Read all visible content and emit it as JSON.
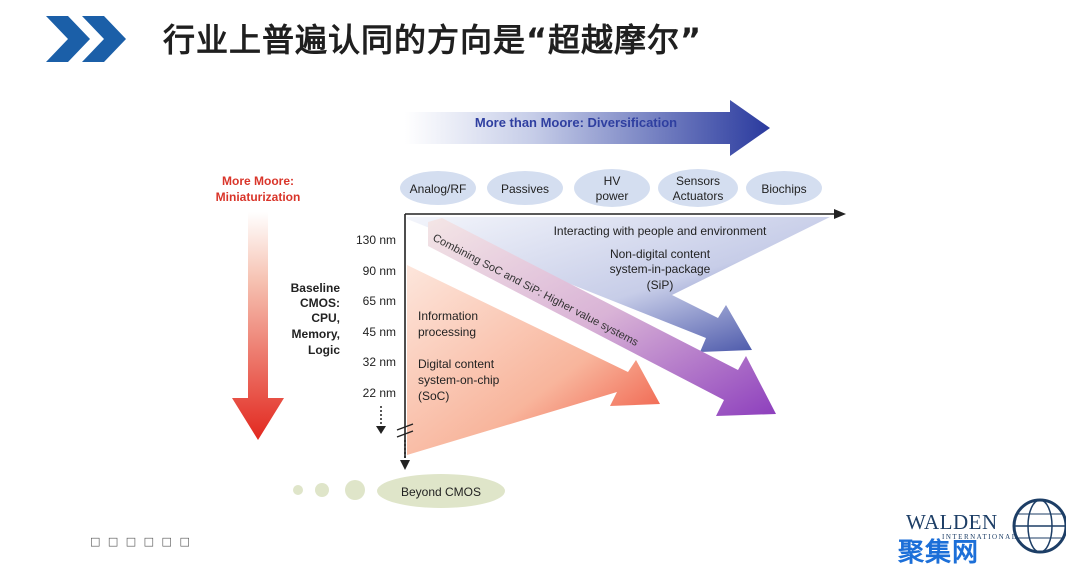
{
  "slide": {
    "title": "行业上普遍认同的方向是“超越摩尔”",
    "footer_note": "□ □ □ □  □ □"
  },
  "diagram": {
    "more_than_moore_label": "More than Moore: Diversification",
    "more_moore_label_line1": "More Moore:",
    "more_moore_label_line2": "Miniaturization",
    "categories": [
      {
        "lines": [
          "Analog/RF"
        ]
      },
      {
        "lines": [
          "Passives"
        ]
      },
      {
        "lines": [
          "HV",
          "power"
        ]
      },
      {
        "lines": [
          "Sensors",
          "Actuators"
        ]
      },
      {
        "lines": [
          "Biochips"
        ]
      }
    ],
    "nodes": [
      "130 nm",
      "90 nm",
      "65 nm",
      "45 nm",
      "32 nm",
      "22 nm"
    ],
    "baseline_lines": [
      "Baseline",
      "CMOS:",
      "CPU,",
      "Memory,",
      "Logic"
    ],
    "interacting": "Interacting with people and environment",
    "non_digital_lines": [
      "Non-digital content",
      "system-in-package",
      "(SiP)"
    ],
    "info_processing_lines": [
      "Information",
      "processing"
    ],
    "digital_content_lines": [
      "Digital content",
      "system-on-chip",
      "(SoC)"
    ],
    "combining": "Combining SoC and SiP: Higher value systems",
    "beyond_cmos": "Beyond CMOS"
  },
  "logo": {
    "name": "WALDEN",
    "sub": "INTERNATIONAL",
    "watermark": "聚集网"
  },
  "colors": {
    "chevron_blue": "#1b5fa8",
    "blue_arrow": "#2f3fa0",
    "red_arrow": "#e8352a",
    "purple_arrow": "#9b4fc0",
    "bubble": "#d4def0",
    "beyond_bubble": "#dfe5c9"
  }
}
